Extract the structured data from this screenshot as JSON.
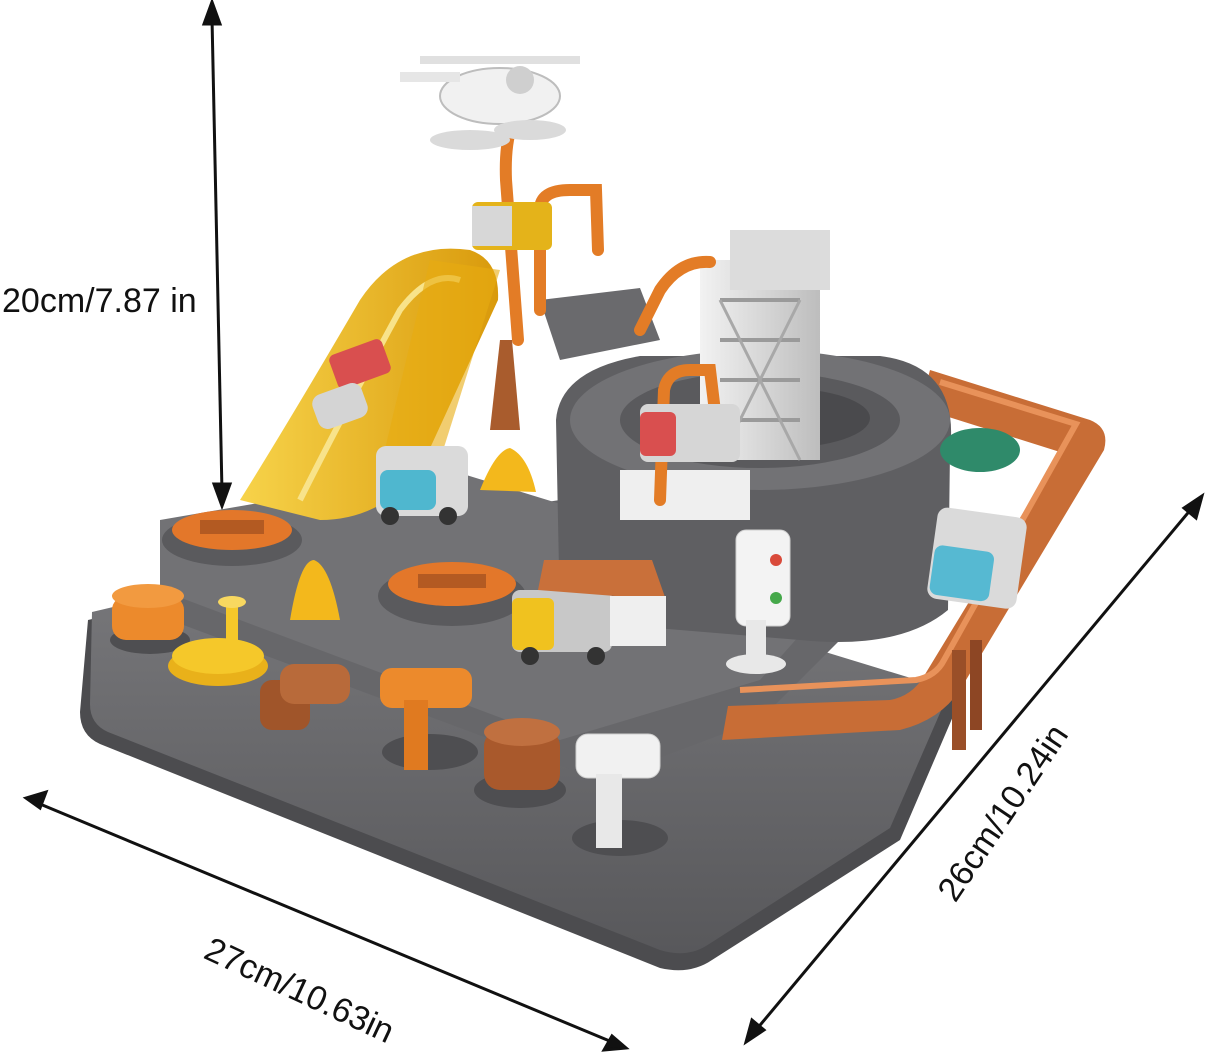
{
  "dimensions": {
    "height": "20cm/7.87 in",
    "width": "27cm/10.63in",
    "depth": "26cm/10.24in"
  },
  "product": {
    "description_icon": "toy-race-track-playset",
    "colors": {
      "base": "#6f6f72",
      "base_dark": "#545457",
      "track_orange": "#c9703a",
      "accent_orange": "#ee8a2c",
      "slide_yellow": "#f2c018",
      "white_part": "#e8e8e8",
      "arrow": "#111111"
    }
  }
}
